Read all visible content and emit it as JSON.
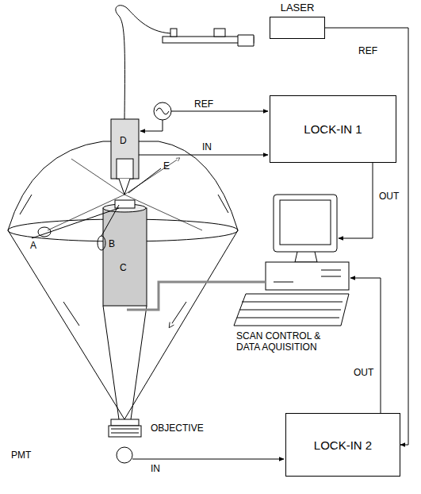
{
  "diagram": {
    "nodes": [
      {
        "text": [
          "LASER"
        ]
      },
      {
        "text": [
          "LOCK-IN 1"
        ]
      },
      {
        "text": [
          "LOCK-IN 2"
        ]
      }
    ],
    "edges": [
      {
        "from": 0,
        "to": 2,
        "arrow": "to",
        "label": "REF"
      }
    ],
    "labels": [
      "REF",
      "IN",
      "E",
      "A",
      "B",
      "D",
      "C",
      "OUT",
      "SCAN CONTROL & DATA AQUISITION",
      "OUT",
      "OBJECTIVE",
      "PMT",
      "IN"
    ]
  }
}
